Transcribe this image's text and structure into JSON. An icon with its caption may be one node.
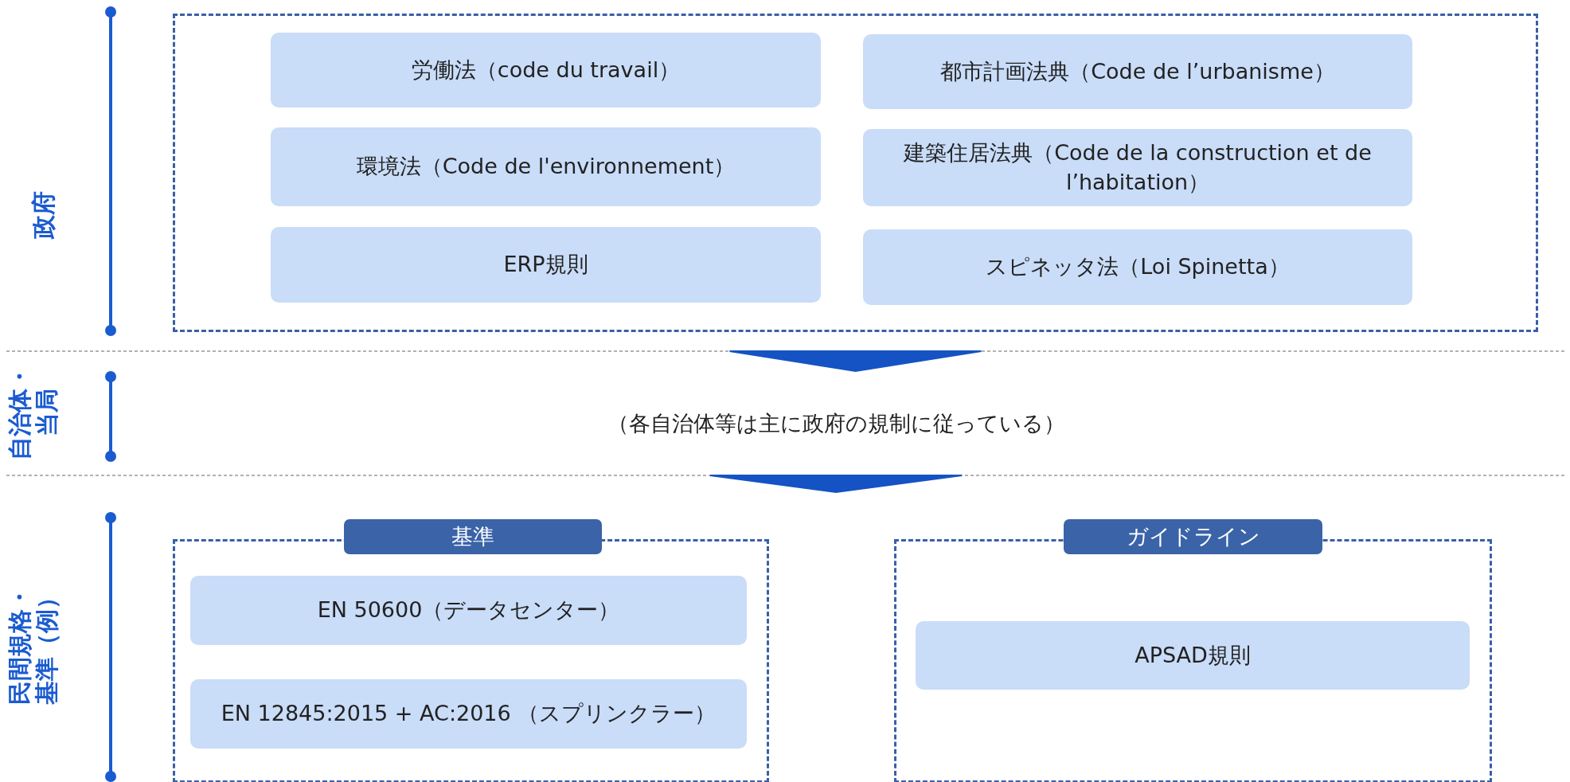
{
  "diagram": {
    "nodes": [
      {
        "text": [],
        "shape": "box"
      },
      {
        "text": [
          "労働法（code du travail）"
        ],
        "in": 0
      },
      {
        "text": [
          "都市計画法典（Code de l’urbanisme）"
        ],
        "in": 0
      },
      {
        "text": [
          "環境法（Code de l'environnement）"
        ],
        "in": 0
      },
      {
        "text": [
          "建築住居法典（Code de la construction et de l’habitation）"
        ],
        "in": 0
      },
      {
        "text": [
          "ERP規則"
        ],
        "in": 0
      },
      {
        "text": [
          "スピネッタ法（Loi Spinetta）"
        ],
        "in": 0
      },
      {
        "text": [
          "（各自治体等は主に政府の規制に従っている）"
        ]
      },
      {
        "text": [
          "基準"
        ]
      },
      {
        "text": [
          "EN 50600（データセンター）"
        ],
        "in": 8
      },
      {
        "text": [
          "EN 12845:2015 + AC:2016 （スプリンクラー）"
        ],
        "in": 8
      },
      {
        "text": [
          "ガイドライン"
        ]
      },
      {
        "text": [
          "APSAD規則"
        ],
        "in": 11
      }
    ],
    "edges": [
      {
        "from": 0,
        "to": 7,
        "arrow": "to"
      },
      {
        "from": 7,
        "to": null,
        "arrow": "to"
      }
    ],
    "labels": [
      "政府",
      "自治体・当局",
      "民間規格・基準（例）"
    ]
  }
}
